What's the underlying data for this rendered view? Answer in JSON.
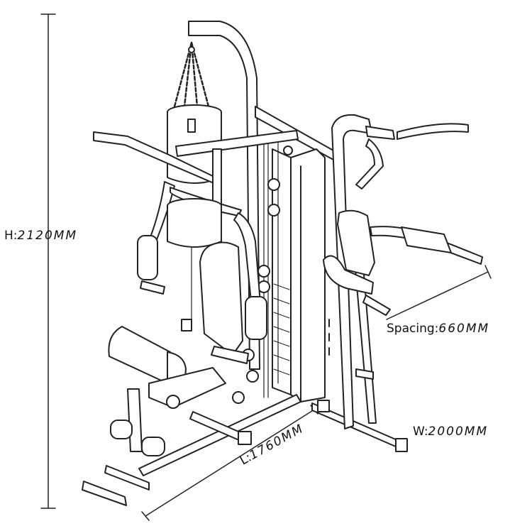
{
  "dimensions": {
    "height": {
      "key": "H:",
      "value": "2120MM"
    },
    "spacing": {
      "key": "Spacing:",
      "value": "660MM"
    },
    "width": {
      "key": "W:",
      "value": "2000MM"
    },
    "length": {
      "key": "L:",
      "value": "1760MM"
    }
  },
  "colors": {
    "line": "#222222",
    "background": "#ffffff"
  }
}
